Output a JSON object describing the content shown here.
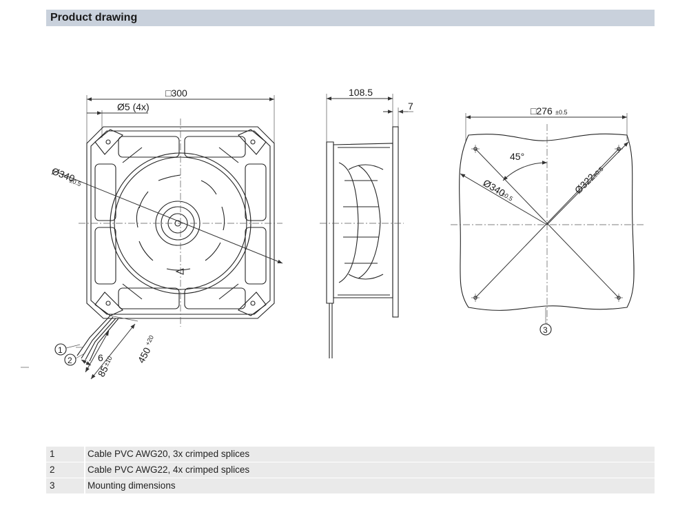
{
  "header": {
    "title": "Product drawing"
  },
  "front_view": {
    "dim_square": "□300",
    "dim_holes": "Ø5 (4x)",
    "dim_diameter": "Ø340",
    "dim_diameter_tol": "±0.5",
    "callout_1": "1",
    "callout_2": "2",
    "dim_strip": "6",
    "dim_85": "85",
    "dim_85_tol": "±10",
    "dim_450": "450",
    "dim_450_tol": "+20"
  },
  "side_view": {
    "dim_depth": "108.5",
    "dim_flange": "7"
  },
  "mounting_view": {
    "dim_square": "□276",
    "dim_square_tol": "±0.5",
    "dim_angle": "45°",
    "dim_d340": "Ø340",
    "dim_d340_tol": "±0.5",
    "dim_d322": "Ø322",
    "dim_d322_tol": "±0.5",
    "callout_3": "3"
  },
  "legend": [
    {
      "num": "1",
      "desc": "Cable PVC AWG20, 3x crimped splices"
    },
    {
      "num": "2",
      "desc": "Cable PVC AWG22, 4x crimped splices"
    },
    {
      "num": "3",
      "desc": "Mounting dimensions"
    }
  ]
}
